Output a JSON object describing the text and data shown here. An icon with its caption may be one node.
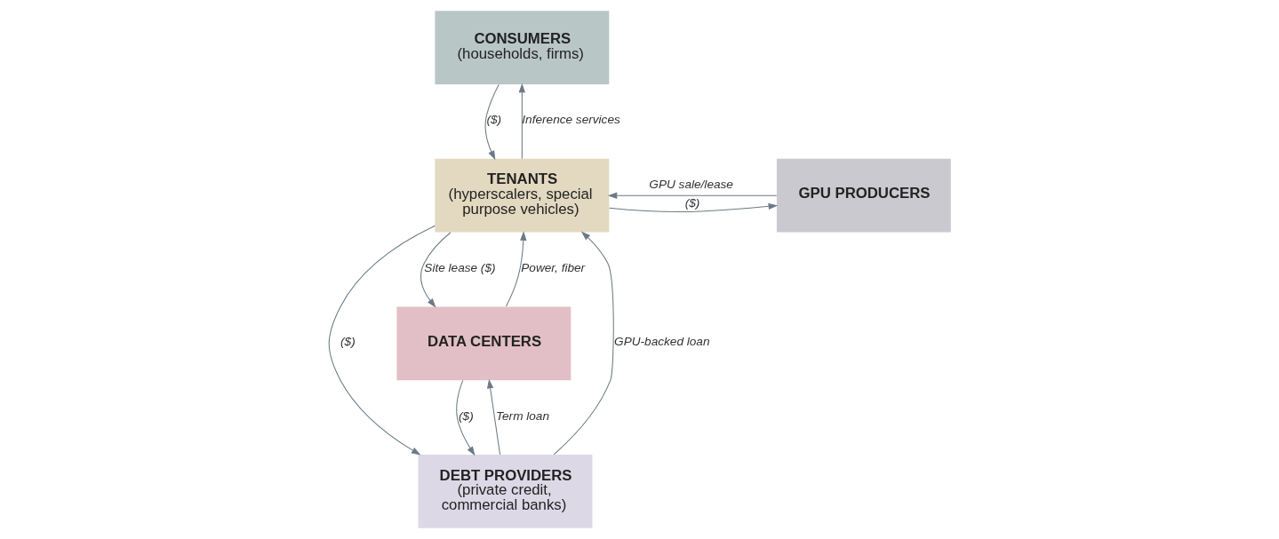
{
  "diagram": {
    "nodes": [
      {
        "text": [
          "CONSUMERS",
          "(households, firms)"
        ]
      },
      {
        "text": [
          "TENANTS",
          "(hyperscalers, special purpose vehicles)"
        ]
      },
      {
        "text": [
          "GPU PRODUCERS"
        ]
      },
      {
        "text": [
          "DEBT PROVIDERS",
          "(private credit, commercial banks)"
        ]
      },
      {
        "text": [
          "DATA CENTERS"
        ]
      }
    ],
    "edges": [
      {
        "from": 1,
        "to": 0,
        "arrow": "to",
        "label": "Inference services"
      },
      {
        "from": 0,
        "to": 1,
        "arrow": "to",
        "label": "($)"
      },
      {
        "from": 1,
        "to": 2,
        "arrow": "to",
        "label": "($)"
      },
      {
        "from": 2,
        "to": 1,
        "arrow": "to",
        "label": "GPU sale/lease"
      },
      {
        "from": 3,
        "to": 1,
        "arrow": "to",
        "label": "GPU-backed loan"
      },
      {
        "from": 1,
        "to": 3,
        "arrow": "to",
        "label": "($)"
      },
      {
        "from": 4,
        "to": 1,
        "arrow": "to",
        "label": "Power, fiber"
      },
      {
        "from": 1,
        "to": 4,
        "arrow": "to",
        "label": "Site lease ($)"
      },
      {
        "from": 3,
        "to": 4,
        "arrow": "to",
        "label": "Term loan"
      },
      {
        "from": 4,
        "to": 3,
        "arrow": "to",
        "label": "($)"
      }
    ]
  }
}
